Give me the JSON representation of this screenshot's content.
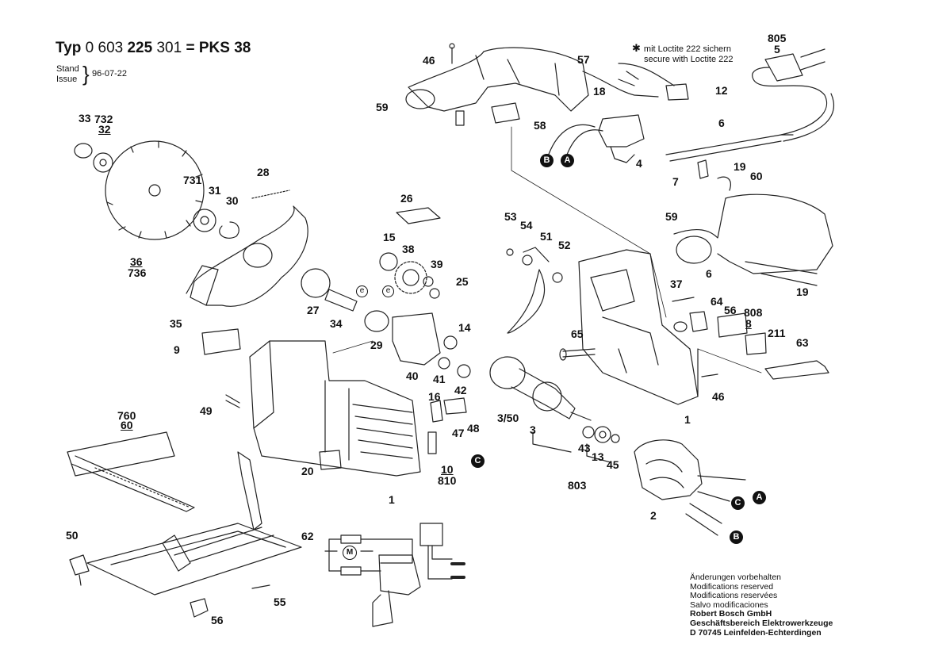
{
  "header": {
    "typ_word": "Typ",
    "typ_number_a": "0 603",
    "typ_number_b": "225",
    "typ_number_c": "301",
    "typ_equals": "=",
    "typ_model": "PKS 38",
    "stand_label": "Stand",
    "issue_label": "Issue",
    "date": "96-07-22"
  },
  "loctite_note": {
    "line1": "mit Loctite 222 sichern",
    "line2": "secure with Loctite 222"
  },
  "footer": {
    "line1": "Änderungen vorbehalten",
    "line2": "Modifications reserved",
    "line3": "Modifications reservées",
    "line4": "Salvo modificaciones",
    "company": "Robert Bosch GmbH",
    "division": "Geschäftsbereich Elektrowerkzeuge",
    "address": "D 70745 Leinfelden-Echterdingen"
  },
  "connector_badges": {
    "a": "A",
    "b": "B",
    "c": "C"
  },
  "small_markers": {
    "e": "e",
    "motor": "M"
  },
  "part_labels": [
    "805",
    "5",
    "46",
    "57",
    "12",
    "18",
    "59",
    "58",
    "6",
    "4",
    "19",
    "7",
    "60",
    "33",
    "732",
    "32",
    "731",
    "31",
    "28",
    "30",
    "26",
    "36",
    "736",
    "15",
    "38",
    "39",
    "25",
    "27",
    "34",
    "35",
    "29",
    "14",
    "53",
    "54",
    "51",
    "52",
    "9",
    "37",
    "64",
    "56",
    "808",
    "8",
    "211",
    "63",
    "65",
    "40",
    "41",
    "42",
    "46",
    "1",
    "16",
    "47",
    "48",
    "49",
    "760",
    "60",
    "3/50",
    "3",
    "43",
    "13",
    "45",
    "803",
    "20",
    "10",
    "810",
    "2",
    "50",
    "62",
    "56",
    "55",
    "1",
    "6",
    "19",
    "59"
  ]
}
